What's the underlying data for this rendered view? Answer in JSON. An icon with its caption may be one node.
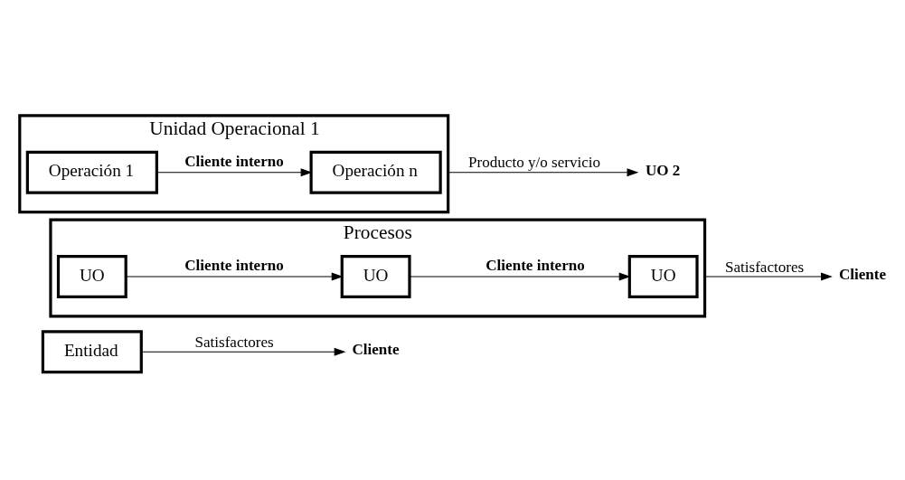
{
  "diagram": {
    "nodes": [
      {
        "text": [
          "Entidad"
        ]
      },
      {
        "text": [
          "Cliente"
        ]
      },
      {
        "text": [
          "Procesos"
        ]
      },
      {
        "text": [
          "UO"
        ],
        "in": 2
      },
      {
        "text": [
          "UO"
        ],
        "in": 2
      },
      {
        "text": [
          "UO"
        ],
        "in": 2
      },
      {
        "text": [
          "Cliente"
        ]
      },
      {
        "text": [
          "Unidad Operacional 1"
        ]
      },
      {
        "text": [
          "Operación 1"
        ],
        "in": 7
      },
      {
        "text": [
          "Operación n"
        ],
        "in": 7
      },
      {
        "text": [
          "UO 2"
        ]
      }
    ],
    "edges": [
      {
        "from": 0,
        "to": 1,
        "arrow": "to",
        "label": "Satisfactores"
      },
      {
        "from": 3,
        "to": 4,
        "arrow": "to",
        "label": "Cliente interno"
      },
      {
        "from": 4,
        "to": 5,
        "arrow": "to",
        "label": "Cliente interno"
      },
      {
        "from": 2,
        "to": 6,
        "arrow": "to",
        "label": "Satisfactores"
      },
      {
        "from": 8,
        "to": 9,
        "arrow": "to",
        "label": "Cliente interno"
      },
      {
        "from": 7,
        "to": 10,
        "arrow": "to",
        "label": "Producto y/o servicio"
      }
    ]
  }
}
